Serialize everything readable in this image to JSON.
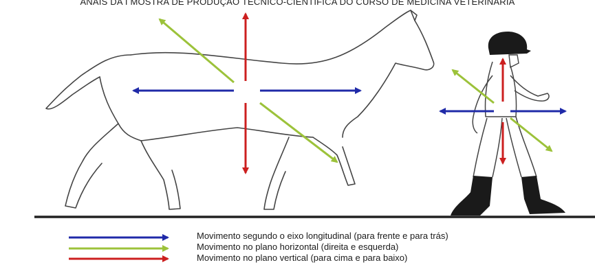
{
  "header": "ANAIS DA I MOSTRA DE PRODUÇÃO TÉCNICO-CIENTÍFICA DO CURSO DE MEDICINA VETERINÁRIA",
  "colors": {
    "longitudinal": "#1f2aa8",
    "horizontal": "#9cc23a",
    "vertical": "#cc1f1f",
    "outline": "#444444",
    "ground": "#222222"
  },
  "legend": [
    {
      "label": "Movimento segundo o eixo longitudinal (para frente e para trás)",
      "color": "#1f2aa8"
    },
    {
      "label": "Movimento no plano horizontal (direita e esquerda)",
      "color": "#9cc23a"
    },
    {
      "label": "Movimento no plano vertical (para cima e para baixo)",
      "color": "#cc1f1f"
    }
  ],
  "figures": [
    "horse-outline",
    "rider-figure"
  ]
}
